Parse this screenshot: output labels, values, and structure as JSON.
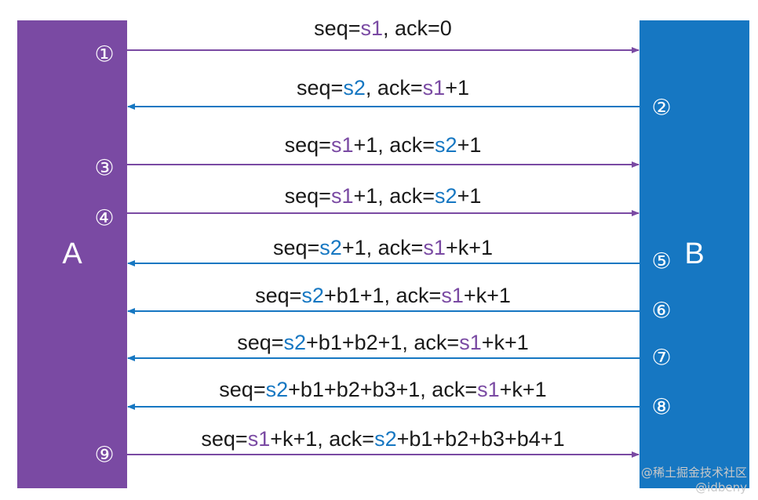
{
  "colors": {
    "a": "#7a4aa3",
    "b": "#1677c2",
    "text": "#1a1a1a",
    "entity_label": "#ffffff"
  },
  "entities": {
    "a": {
      "label": "A"
    },
    "b": {
      "label": "B"
    }
  },
  "messages": [
    {
      "marker": "①",
      "from": "A",
      "to": "B",
      "segments": [
        {
          "t": "seq=",
          "c": "text"
        },
        {
          "t": "s1",
          "c": "a"
        },
        {
          "t": ", ack=0",
          "c": "text"
        }
      ]
    },
    {
      "marker": "②",
      "from": "B",
      "to": "A",
      "segments": [
        {
          "t": "seq=",
          "c": "text"
        },
        {
          "t": "s2",
          "c": "b"
        },
        {
          "t": ", ack=",
          "c": "text"
        },
        {
          "t": "s1",
          "c": "a"
        },
        {
          "t": "+1",
          "c": "text"
        }
      ]
    },
    {
      "marker": "③",
      "from": "A",
      "to": "B",
      "segments": [
        {
          "t": "seq=",
          "c": "text"
        },
        {
          "t": "s1",
          "c": "a"
        },
        {
          "t": "+1, ack=",
          "c": "text"
        },
        {
          "t": "s2",
          "c": "b"
        },
        {
          "t": "+1",
          "c": "text"
        }
      ]
    },
    {
      "marker": "④",
      "from": "A",
      "to": "B",
      "segments": [
        {
          "t": "seq=",
          "c": "text"
        },
        {
          "t": "s1",
          "c": "a"
        },
        {
          "t": "+1, ack=",
          "c": "text"
        },
        {
          "t": "s2",
          "c": "b"
        },
        {
          "t": "+1",
          "c": "text"
        }
      ]
    },
    {
      "marker": "⑤",
      "from": "B",
      "to": "A",
      "segments": [
        {
          "t": "seq=",
          "c": "text"
        },
        {
          "t": "s2",
          "c": "b"
        },
        {
          "t": "+1, ack=",
          "c": "text"
        },
        {
          "t": "s1",
          "c": "a"
        },
        {
          "t": "+k+1",
          "c": "text"
        }
      ]
    },
    {
      "marker": "⑥",
      "from": "B",
      "to": "A",
      "segments": [
        {
          "t": "seq=",
          "c": "text"
        },
        {
          "t": "s2",
          "c": "b"
        },
        {
          "t": "+b1+1, ack=",
          "c": "text"
        },
        {
          "t": "s1",
          "c": "a"
        },
        {
          "t": "+k+1",
          "c": "text"
        }
      ]
    },
    {
      "marker": "⑦",
      "from": "B",
      "to": "A",
      "segments": [
        {
          "t": "seq=",
          "c": "text"
        },
        {
          "t": "s2",
          "c": "b"
        },
        {
          "t": "+b1+b2+1, ack=",
          "c": "text"
        },
        {
          "t": "s1",
          "c": "a"
        },
        {
          "t": "+k+1",
          "c": "text"
        }
      ]
    },
    {
      "marker": "⑧",
      "from": "B",
      "to": "A",
      "segments": [
        {
          "t": "seq=",
          "c": "text"
        },
        {
          "t": "s2",
          "c": "b"
        },
        {
          "t": "+b1+b2+b3+1, ack=",
          "c": "text"
        },
        {
          "t": "s1",
          "c": "a"
        },
        {
          "t": "+k+1",
          "c": "text"
        }
      ]
    },
    {
      "marker": "⑨",
      "from": "A",
      "to": "B",
      "segments": [
        {
          "t": "seq=",
          "c": "text"
        },
        {
          "t": "s1",
          "c": "a"
        },
        {
          "t": "+k+1, ack=",
          "c": "text"
        },
        {
          "t": "s2",
          "c": "b"
        },
        {
          "t": "+b1+b2+b3+b4+1",
          "c": "text"
        }
      ]
    }
  ],
  "watermark": {
    "line1": "@稀土掘金技术社区",
    "line2": "@idbeny"
  }
}
